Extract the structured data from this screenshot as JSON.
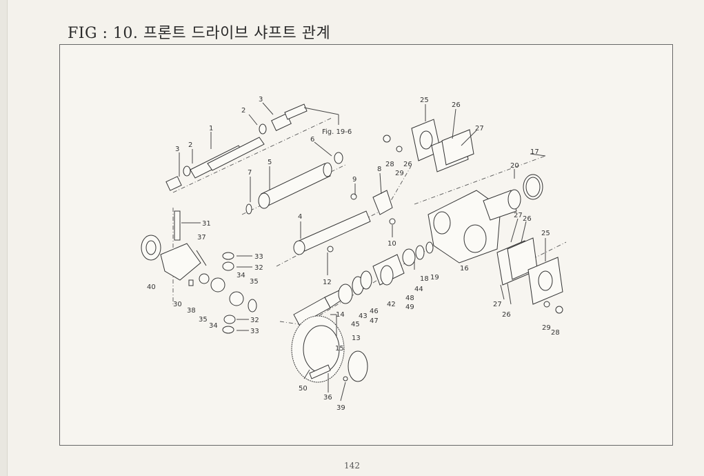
{
  "page": {
    "title": "FIG : 10. 프론트 드라이브 샤프트 관계",
    "page_number": "142",
    "reference": "Fig. 19-6"
  },
  "part_labels": [
    {
      "id": "l1",
      "text": "1"
    },
    {
      "id": "l2a",
      "text": "2"
    },
    {
      "id": "l3a",
      "text": "3"
    },
    {
      "id": "l2b",
      "text": "2"
    },
    {
      "id": "l3b",
      "text": "3"
    },
    {
      "id": "l4",
      "text": "4"
    },
    {
      "id": "l5",
      "text": "5"
    },
    {
      "id": "l6",
      "text": "6"
    },
    {
      "id": "l7",
      "text": "7"
    },
    {
      "id": "l8",
      "text": "8"
    },
    {
      "id": "l9",
      "text": "9"
    },
    {
      "id": "l10",
      "text": "10"
    },
    {
      "id": "l12",
      "text": "12"
    },
    {
      "id": "l13",
      "text": "13"
    },
    {
      "id": "l14",
      "text": "14"
    },
    {
      "id": "l15",
      "text": "15"
    },
    {
      "id": "l16",
      "text": "16"
    },
    {
      "id": "l17",
      "text": "17"
    },
    {
      "id": "l18",
      "text": "18"
    },
    {
      "id": "l19",
      "text": "19"
    },
    {
      "id": "l20",
      "text": "20"
    },
    {
      "id": "l25a",
      "text": "25"
    },
    {
      "id": "l25b",
      "text": "25"
    },
    {
      "id": "l26a",
      "text": "26"
    },
    {
      "id": "l26b",
      "text": "26"
    },
    {
      "id": "l26c",
      "text": "26"
    },
    {
      "id": "l26d",
      "text": "26"
    },
    {
      "id": "l27a",
      "text": "27"
    },
    {
      "id": "l27b",
      "text": "27"
    },
    {
      "id": "l27c",
      "text": "27"
    },
    {
      "id": "l28a",
      "text": "28"
    },
    {
      "id": "l28b",
      "text": "28"
    },
    {
      "id": "l29a",
      "text": "29"
    },
    {
      "id": "l29b",
      "text": "29"
    },
    {
      "id": "l30",
      "text": "30"
    },
    {
      "id": "l31",
      "text": "31"
    },
    {
      "id": "l32a",
      "text": "32"
    },
    {
      "id": "l32b",
      "text": "32"
    },
    {
      "id": "l33a",
      "text": "33"
    },
    {
      "id": "l33b",
      "text": "33"
    },
    {
      "id": "l34a",
      "text": "34"
    },
    {
      "id": "l34b",
      "text": "34"
    },
    {
      "id": "l35a",
      "text": "35"
    },
    {
      "id": "l35b",
      "text": "35"
    },
    {
      "id": "l36",
      "text": "36"
    },
    {
      "id": "l37",
      "text": "37"
    },
    {
      "id": "l38",
      "text": "38"
    },
    {
      "id": "l39",
      "text": "39"
    },
    {
      "id": "l40",
      "text": "40"
    },
    {
      "id": "l42",
      "text": "42"
    },
    {
      "id": "l43",
      "text": "43"
    },
    {
      "id": "l44",
      "text": "44"
    },
    {
      "id": "l45",
      "text": "45"
    },
    {
      "id": "l46",
      "text": "46"
    },
    {
      "id": "l47",
      "text": "47"
    },
    {
      "id": "l48",
      "text": "48"
    },
    {
      "id": "l49",
      "text": "49"
    },
    {
      "id": "l50",
      "text": "50"
    }
  ]
}
